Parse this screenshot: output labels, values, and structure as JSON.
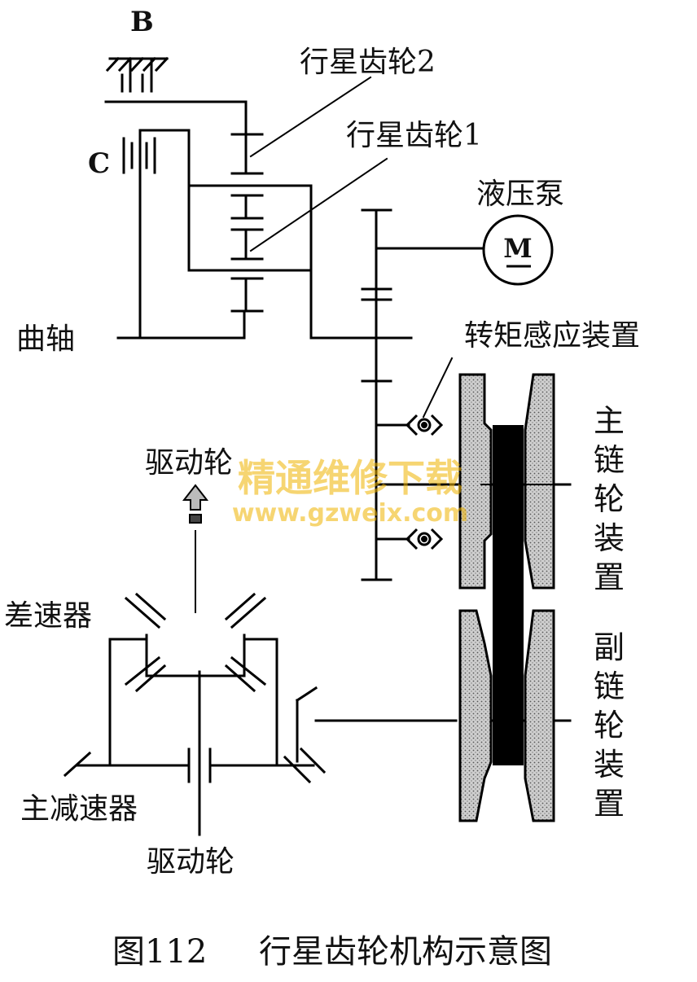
{
  "labels": {
    "b": "B",
    "c": "C",
    "planet2": "行星齿轮2",
    "planet1": "行星齿轮1",
    "pump": "液压泵",
    "motor": "M",
    "crankshaft": "曲轴",
    "torque_sensor": "转矩感应装置",
    "primary_pulley": [
      "主",
      "链",
      "轮",
      "装",
      "置"
    ],
    "secondary_pulley": [
      "副",
      "链",
      "轮",
      "装",
      "置"
    ],
    "drive_wheel_top": "驱动轮",
    "differential": "差速器",
    "final_drive": "主减速器",
    "drive_wheel_bottom": "驱动轮"
  },
  "watermark": {
    "cn": "精通维修下载",
    "url": "www.gzweix.com"
  },
  "caption": {
    "figure_no": "图112",
    "title": "行星齿轮机构示意图"
  }
}
